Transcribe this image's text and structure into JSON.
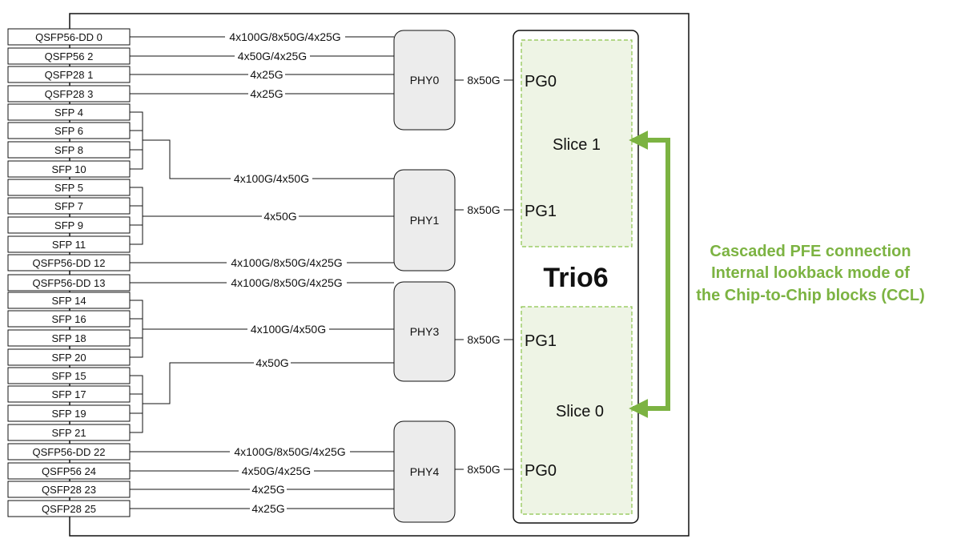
{
  "ports": [
    "QSFP56-DD 0",
    "QSFP56 2",
    "QSFP28 1",
    "QSFP28 3",
    "SFP 4",
    "SFP 6",
    "SFP 8",
    "SFP 10",
    "SFP 5",
    "SFP 7",
    "SFP 9",
    "SFP 11",
    "QSFP56-DD 12",
    "QSFP56-DD 13",
    "SFP 14",
    "SFP 16",
    "SFP 18",
    "SFP 20",
    "SFP 15",
    "SFP 17",
    "SFP 19",
    "SFP 21",
    "QSFP56-DD 22",
    "QSFP56 24",
    "QSFP28 23",
    "QSFP28 25"
  ],
  "links": [
    "4x100G/8x50G/4x25G",
    "4x50G/4x25G",
    "4x25G",
    "4x25G",
    "4x100G/4x50G",
    "4x50G",
    "4x100G/8x50G/4x25G",
    "4x100G/8x50G/4x25G",
    "4x100G/4x50G",
    "4x50G",
    "4x100G/8x50G/4x25G",
    "4x50G/4x25G",
    "4x25G",
    "4x25G"
  ],
  "phys": [
    "PHY0",
    "PHY1",
    "PHY3",
    "PHY4"
  ],
  "phy_link": "8x50G",
  "pgs": [
    "PG0",
    "PG1",
    "PG1",
    "PG0"
  ],
  "slices": [
    "Slice 1",
    "Slice 0"
  ],
  "chip": "Trio6",
  "note": [
    "Cascaded PFE connection",
    "Internal lookback mode of",
    "the Chip-to-Chip blocks (CCL)"
  ],
  "colors": {
    "accent": "#7cb342",
    "slice_fill": "#eef4e5",
    "phy_fill": "#ececec"
  }
}
